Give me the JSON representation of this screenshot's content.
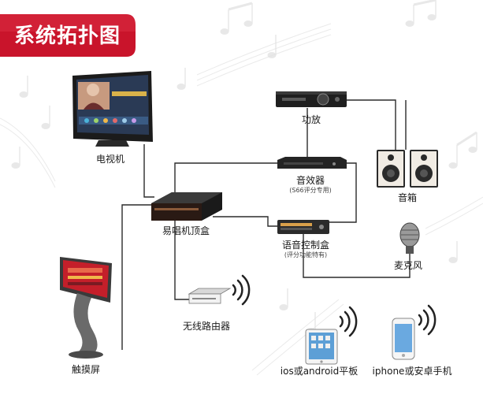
{
  "title": "系统拓扑图",
  "nodes": {
    "tv": "电视机",
    "amplifier": "功放",
    "sound_effector": "音效器",
    "sound_effector_note": "(S66评分专用)",
    "speakers": "音箱",
    "set_top_box": "易唱机顶盒",
    "voice_control_box": "语音控制盒",
    "voice_control_note": "(评分功能特有)",
    "microphone": "麦克风",
    "wireless_router": "无线路由器",
    "touch_screen": "触摸屏",
    "tablet": "ios或android平板",
    "phone": "iphone或安卓手机"
  },
  "colors": {
    "banner": "#c9142b",
    "line": "#2b2b2b",
    "device_dark": "#222222",
    "touch_accent": "#c41f2a"
  }
}
